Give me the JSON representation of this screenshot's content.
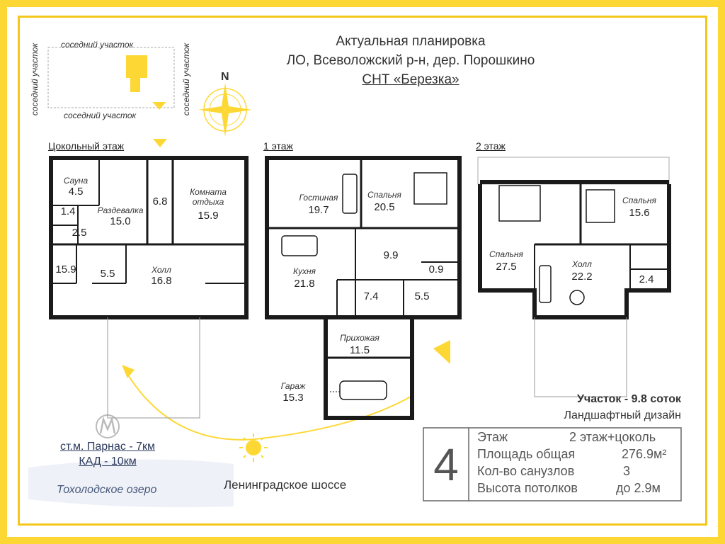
{
  "header": {
    "line1": "Актуальная планировка",
    "line2": "ЛО, Всеволожский р-н, дер. Порошкино",
    "line3": "СНТ «Березка»"
  },
  "site_plan": {
    "neighbor_top": "соседний участок",
    "neighbor_bottom": "соседний участок",
    "neighbor_left": "соседний участок",
    "neighbor_right": "соседний участок",
    "north": "N"
  },
  "floors": {
    "basement": {
      "title": "Цокольный этаж",
      "rooms": [
        {
          "name": "Сауна",
          "area": "4.5"
        },
        {
          "name": "",
          "area": "1.4"
        },
        {
          "name": "",
          "area": "2.5"
        },
        {
          "name": "Раздевалка",
          "area": "15.0"
        },
        {
          "name": "",
          "area": "6.8"
        },
        {
          "name": "Комната отдыха",
          "area": "15.9"
        },
        {
          "name": "",
          "area": "15.9"
        },
        {
          "name": "",
          "area": "5.5"
        },
        {
          "name": "Холл",
          "area": "16.8"
        }
      ]
    },
    "first": {
      "title": "1 этаж",
      "rooms": [
        {
          "name": "Гостиная",
          "area": "19.7"
        },
        {
          "name": "Спальня",
          "area": "20.5"
        },
        {
          "name": "",
          "area": "9.9"
        },
        {
          "name": "",
          "area": "0.9"
        },
        {
          "name": "Кухня",
          "area": "21.8"
        },
        {
          "name": "",
          "area": "7.4"
        },
        {
          "name": "",
          "area": "5.5"
        },
        {
          "name": "Прихожая",
          "area": "11.5"
        },
        {
          "name": "Гараж",
          "area": "15.3"
        }
      ]
    },
    "second": {
      "title": "2 этаж",
      "rooms": [
        {
          "name": "Спальня",
          "area": "27.5"
        },
        {
          "name": "Холл",
          "area": "22.2"
        },
        {
          "name": "Спальня",
          "area": "15.6"
        },
        {
          "name": "",
          "area": "2.4"
        }
      ]
    }
  },
  "location": {
    "metro": "ст.м. Парнас - 7км",
    "ring": "КАД - 10км",
    "lake": "Тохолодское озеро",
    "highway": "Ленинградское шоссе"
  },
  "plot": {
    "area": "Участок - 9.8 соток",
    "landscape": "Ландшафтный дизайн"
  },
  "summary": {
    "number": "4",
    "rows": [
      {
        "label": "Этаж",
        "value": "2 этаж+цоколь"
      },
      {
        "label": "Площадь общая",
        "value": "276.9м²"
      },
      {
        "label": "Кол-во санузлов",
        "value": "3"
      },
      {
        "label": "Высота потолков",
        "value": "до 2.9м"
      }
    ]
  },
  "colors": {
    "accent": "#fdd835",
    "wall": "#1a1a1a"
  }
}
